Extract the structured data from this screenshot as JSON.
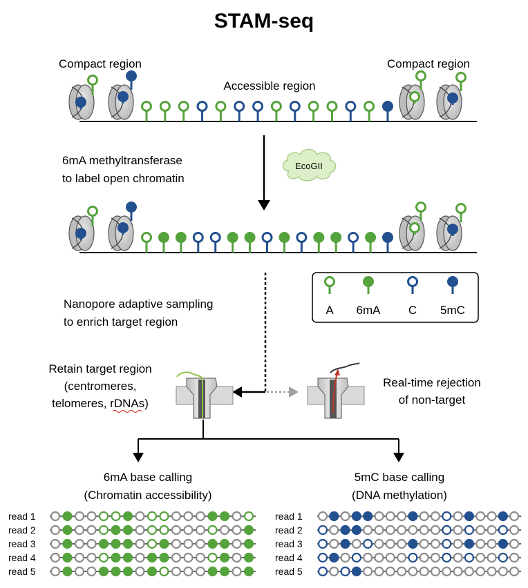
{
  "title": "STAM-seq",
  "colors": {
    "green": "#55A33C",
    "blue": "#23508E",
    "grey": "#8C8C8C",
    "dark": "#1A1A1A"
  },
  "labels": {
    "compact_left": "Compact region",
    "compact_right": "Compact region",
    "accessible": "Accessible region",
    "step1_line1": "6mA methyltransferase",
    "step1_line2": "to label open chromatin",
    "enzyme": "EcoGII",
    "step2_line1": "Nanopore adaptive sampling",
    "step2_line2": "to enrich target region",
    "retain_line1": "Retain target region",
    "retain_line2": "(centromeres,",
    "retain_line3": "telomeres, rDNAs)",
    "reject_line1": "Real-time rejection",
    "reject_line2": "of non-target",
    "left_call_line1": "6mA base calling",
    "left_call_line2": "(Chromatin accessibility)",
    "right_call_line1": "5mC base calling",
    "right_call_line2": "(DNA methylation)"
  },
  "legend": [
    {
      "label": "A",
      "type": "A"
    },
    {
      "label": "6mA",
      "type": "6mA"
    },
    {
      "label": "C",
      "type": "C"
    },
    {
      "label": "5mC",
      "type": "5mC"
    }
  ],
  "track_before": [
    "A",
    "A",
    "A",
    "C",
    "A",
    "C",
    "C",
    "A",
    "C",
    "A",
    "A",
    "C",
    "A",
    "5mC"
  ],
  "track_after": [
    "A",
    "6mA",
    "6mA",
    "C",
    "C",
    "6mA",
    "6mA",
    "C",
    "6mA",
    "C",
    "6mA",
    "6mA",
    "C",
    "6mA",
    "5mC"
  ],
  "reads_6mA": [
    {
      "label": "read 1",
      "states": [
        "n",
        "6mA",
        "n",
        "n",
        "A",
        "A",
        "6mA",
        "n",
        "A",
        "A",
        "n",
        "n",
        "n",
        "6mA",
        "6mA",
        "n",
        "A"
      ]
    },
    {
      "label": "read 2",
      "states": [
        "n",
        "6mA",
        "n",
        "n",
        "A",
        "6mA",
        "6mA",
        "n",
        "A",
        "A",
        "n",
        "n",
        "n",
        "A",
        "n",
        "n",
        "6mA"
      ]
    },
    {
      "label": "read 3",
      "states": [
        "n",
        "6mA",
        "n",
        "n",
        "6mA",
        "6mA",
        "6mA",
        "n",
        "A",
        "6mA",
        "n",
        "n",
        "n",
        "6mA",
        "6mA",
        "n",
        "6mA"
      ]
    },
    {
      "label": "read 4",
      "states": [
        "n",
        "6mA",
        "n",
        "n",
        "A",
        "6mA",
        "6mA",
        "n",
        "6mA",
        "6mA",
        "n",
        "n",
        "n",
        "A",
        "6mA",
        "n",
        "6mA"
      ]
    },
    {
      "label": "read 5",
      "states": [
        "n",
        "6mA",
        "n",
        "n",
        "6mA",
        "6mA",
        "6mA",
        "n",
        "6mA",
        "A",
        "n",
        "n",
        "n",
        "6mA",
        "6mA",
        "n",
        "6mA"
      ]
    }
  ],
  "reads_5mC": [
    {
      "label": "read 1",
      "states": [
        "n",
        "5mC",
        "n",
        "5mC",
        "5mC",
        "n",
        "n",
        "n",
        "5mC",
        "n",
        "n",
        "C",
        "n",
        "5mC",
        "n",
        "n",
        "5mC",
        "n"
      ]
    },
    {
      "label": "read 2",
      "states": [
        "C",
        "n",
        "5mC",
        "5mC",
        "n",
        "n",
        "n",
        "n",
        "n",
        "n",
        "n",
        "C",
        "n",
        "C",
        "n",
        "n",
        "C",
        "n"
      ]
    },
    {
      "label": "read 3",
      "states": [
        "C",
        "n",
        "5mC",
        "n",
        "C",
        "n",
        "n",
        "n",
        "5mC",
        "n",
        "n",
        "C",
        "n",
        "5mC",
        "n",
        "n",
        "5mC",
        "n"
      ]
    },
    {
      "label": "read 4",
      "states": [
        "C",
        "5mC",
        "n",
        "C",
        "n",
        "n",
        "n",
        "n",
        "C",
        "n",
        "n",
        "C",
        "n",
        "C",
        "n",
        "n",
        "C",
        "n"
      ]
    },
    {
      "label": "read 5",
      "states": [
        "C",
        "n",
        "C",
        "5mC",
        "n",
        "n",
        "n",
        "n",
        "n",
        "n",
        "n",
        "n",
        "n",
        "n",
        "n",
        "n",
        "n",
        "n"
      ]
    }
  ]
}
